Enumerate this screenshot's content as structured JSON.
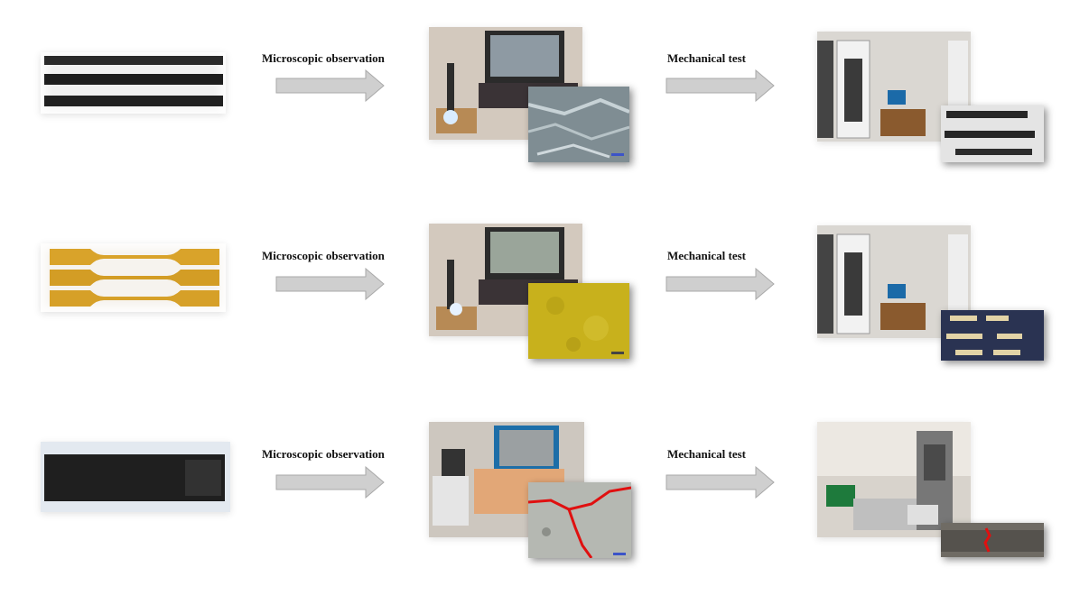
{
  "rows": [
    {
      "material": "carbon fiber strips",
      "step1_label": "Microscopic observation",
      "step2_label": "Mechanical test"
    },
    {
      "material": "yellow dog-bone specimens",
      "step1_label": "Microscopic observation",
      "step2_label": "Mechanical test"
    },
    {
      "material": "dark concrete-like slab",
      "step1_label": "Microscopic observation",
      "step2_label": "Mechanical test"
    }
  ],
  "colors": {
    "arrow_fill": "#cfcfcf",
    "arrow_stroke": "#a9a9a9",
    "crack_red": "#e01010",
    "specimen_yellow": "#d9a32a",
    "carbon_dark": "#1e1e1e"
  }
}
